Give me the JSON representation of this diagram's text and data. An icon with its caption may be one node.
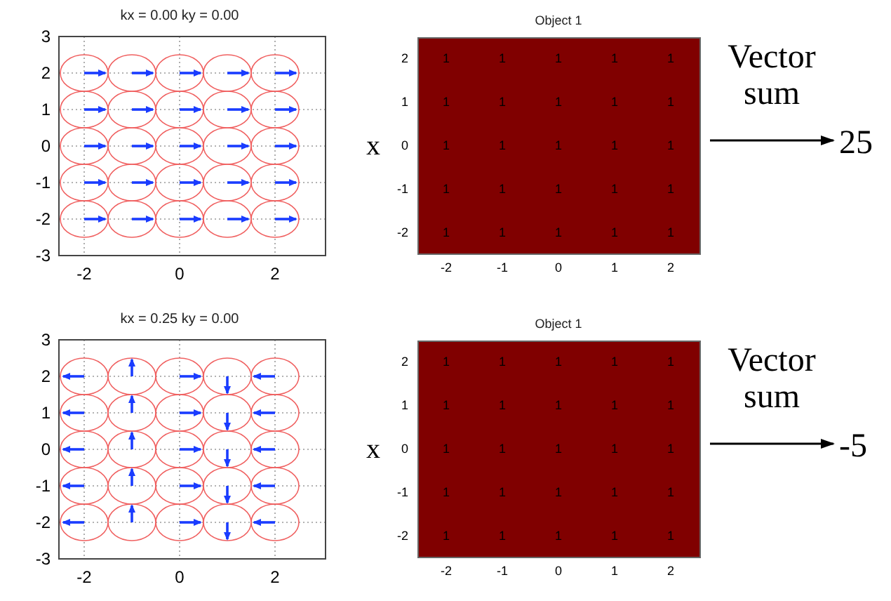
{
  "diagram": {
    "nodes": [
      {
        "text": [
          "kx = 0.00 ky = 0.00"
        ]
      },
      {
        "text": [
          "Object 1"
        ]
      },
      {
        "text": [
          "25"
        ]
      },
      {
        "text": [
          "kx = 0.25 ky = 0.00"
        ]
      },
      {
        "text": [
          "Object 1"
        ]
      },
      {
        "text": [
          "-5"
        ]
      }
    ],
    "edges": [
      {
        "from": 1,
        "to": 2,
        "arrow": "to",
        "label": "Vector sum"
      },
      {
        "from": 4,
        "to": 5,
        "arrow": "to",
        "label": "Vector sum"
      }
    ],
    "labels": [
      "3",
      "2",
      "1",
      "0",
      "-1",
      "-2",
      "-3",
      "-2",
      "0",
      "2",
      "x",
      "2",
      "1",
      "0",
      "-1",
      "-2",
      "1",
      "1",
      "1",
      "1",
      "1",
      "1",
      "1",
      "1",
      "1",
      "1",
      "1",
      "1",
      "1",
      "1",
      "1",
      "1",
      "1",
      "1",
      "1",
      "1",
      "1",
      "1",
      "1",
      "1",
      "1",
      "-2",
      "-1",
      "0",
      "1",
      "2",
      "3",
      "2",
      "1",
      "0",
      "-1",
      "-2",
      "-3",
      "-2",
      "0",
      "2",
      "x",
      "2",
      "1",
      "0",
      "-1",
      "-2",
      "1",
      "1",
      "1",
      "1",
      "1",
      "1",
      "1",
      "1",
      "1",
      "1",
      "1",
      "1",
      "1",
      "1",
      "1",
      "1",
      "1",
      "1",
      "1",
      "1",
      "1",
      "1",
      "1",
      "1",
      "1",
      "-2",
      "-1",
      "0",
      "1",
      "2"
    ]
  }
}
